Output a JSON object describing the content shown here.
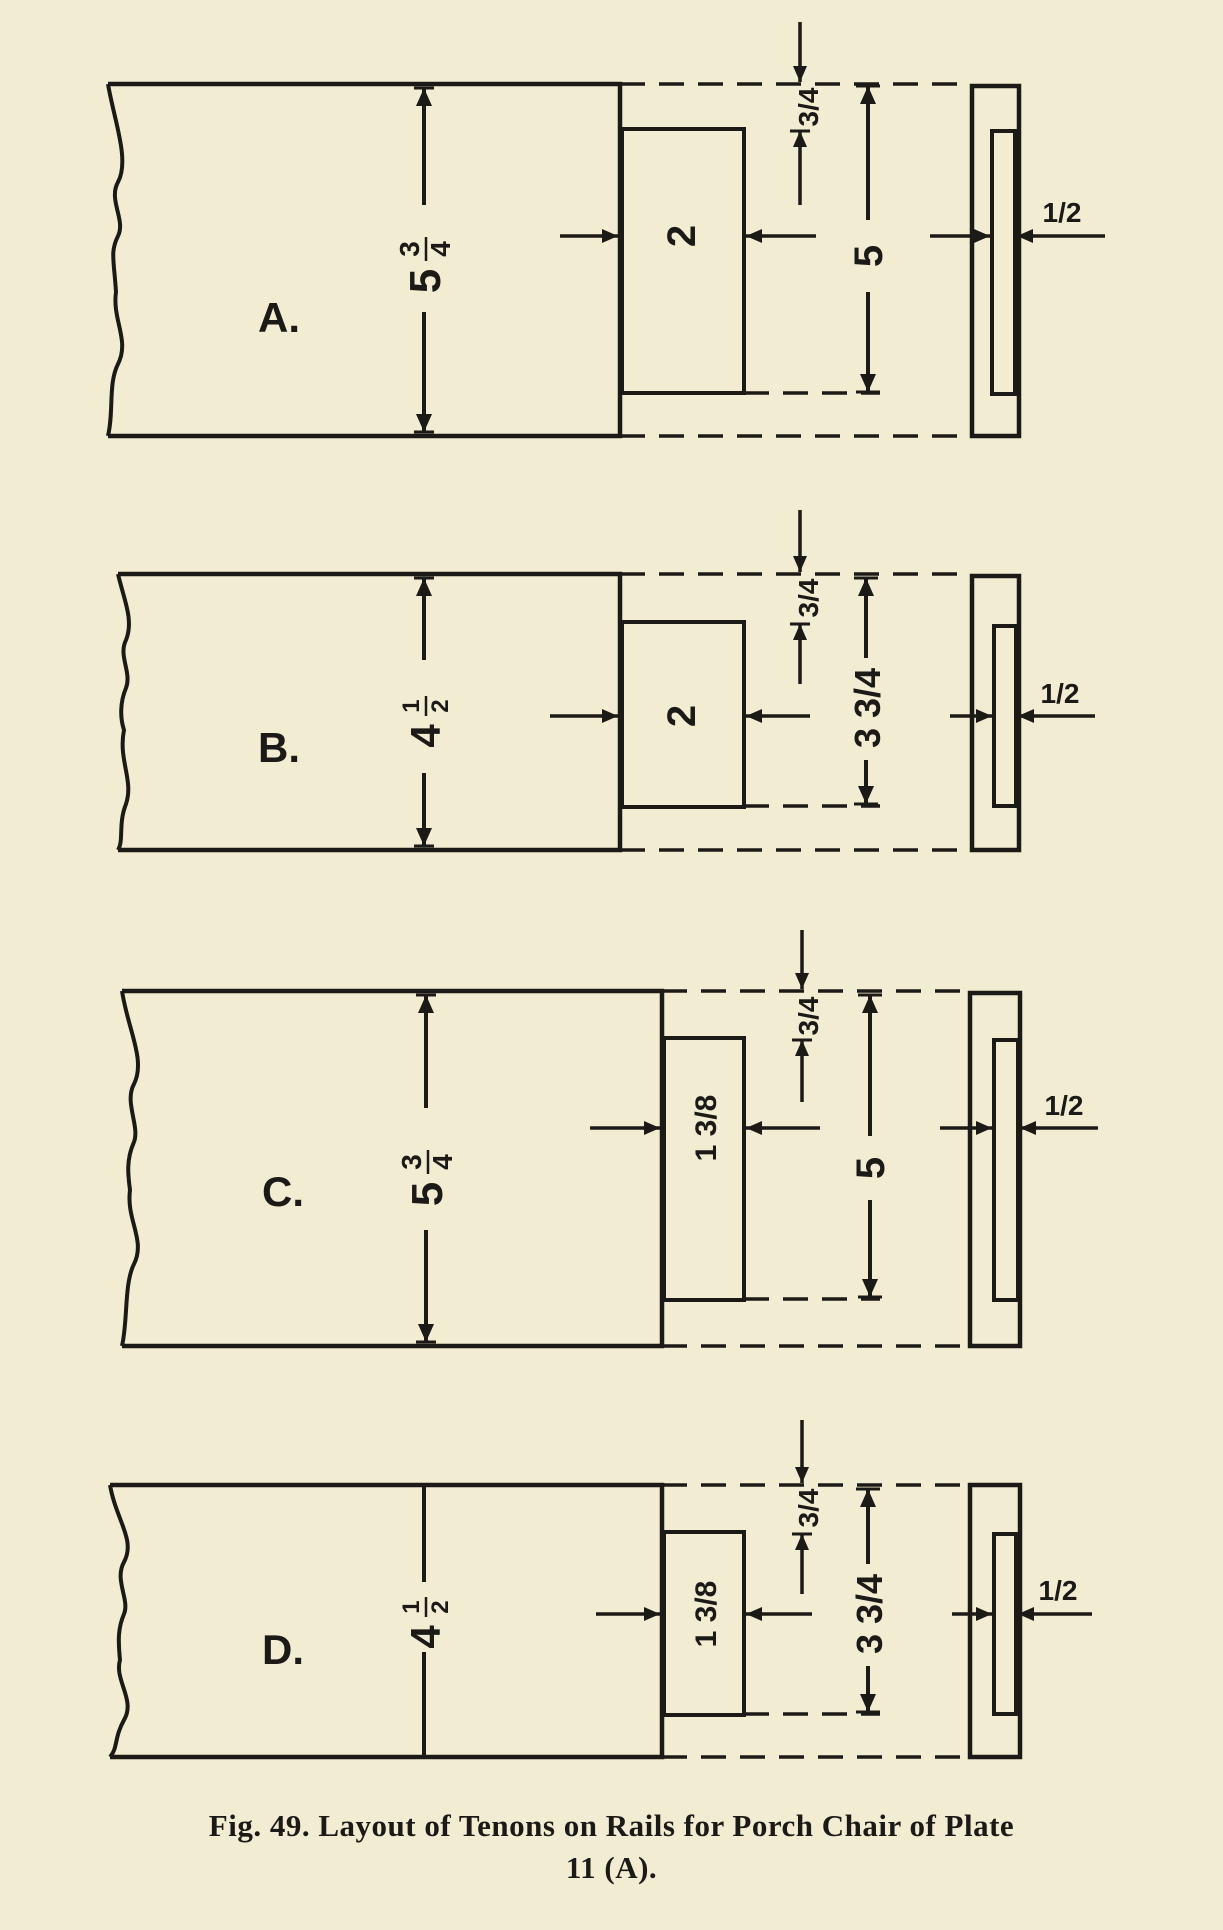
{
  "diagrams": [
    {
      "label": "A.",
      "rail_width": "5 3/4",
      "rail_whole": "5",
      "rail_num": "3",
      "rail_den": "4",
      "tenon_length": "2",
      "shoulder": "3/4",
      "tenon_width": "5",
      "tenon_thickness": "1/2"
    },
    {
      "label": "B.",
      "rail_width": "4 1/2",
      "rail_whole": "4",
      "rail_num": "1",
      "rail_den": "2",
      "tenon_length": "2",
      "shoulder": "3/4",
      "tenon_width": "3 3/4",
      "tenon_thickness": "1/2"
    },
    {
      "label": "C.",
      "rail_width": "5 3/4",
      "rail_whole": "5",
      "rail_num": "3",
      "rail_den": "4",
      "tenon_length": "1 3/8",
      "shoulder": "3/4",
      "tenon_width": "5",
      "tenon_thickness": "1/2"
    },
    {
      "label": "D.",
      "rail_width": "4 1/2",
      "rail_whole": "4",
      "rail_num": "1",
      "rail_den": "2",
      "tenon_length": "1 3/8",
      "shoulder": "3/4",
      "tenon_width": "3 3/4",
      "tenon_thickness": "1/2"
    }
  ],
  "caption": {
    "line1": "Fig. 49.  Layout of Tenons on Rails for Porch Chair of Plate",
    "line2": "11 (A)."
  },
  "colors": {
    "paper": "#f2ecd3",
    "ink": "#1c1a17"
  }
}
